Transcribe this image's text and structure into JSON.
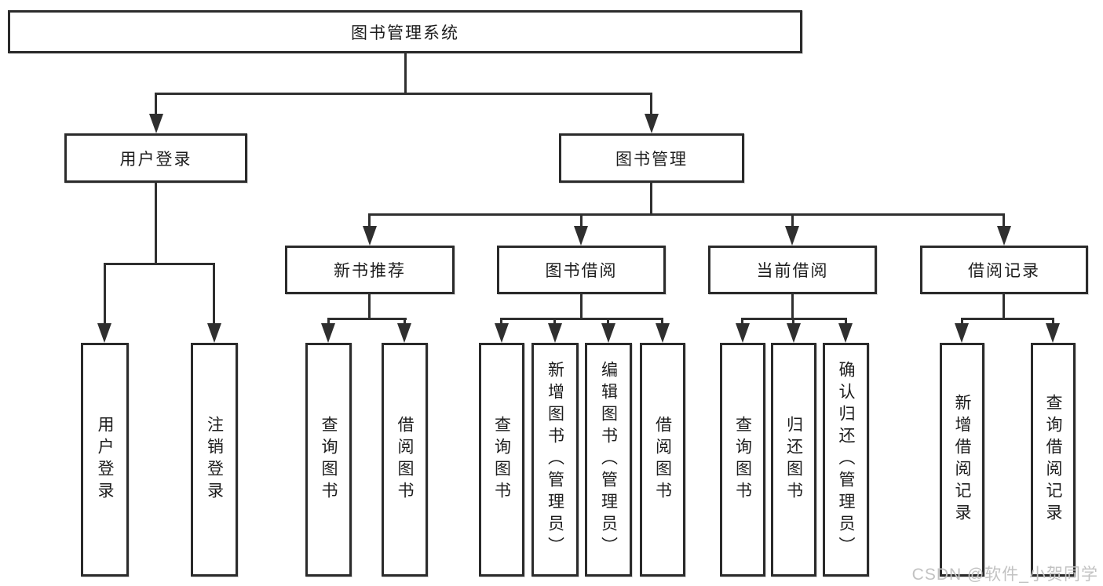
{
  "root": {
    "label": "图书管理系统"
  },
  "branches": {
    "login": {
      "label": "用户登录",
      "leaves": [
        {
          "label": "用户登录"
        },
        {
          "label": "注销登录"
        }
      ]
    },
    "mgmt": {
      "label": "图书管理"
    }
  },
  "groups": [
    {
      "label": "新书推荐",
      "leaves": [
        {
          "label": "查询图书"
        },
        {
          "label": "借阅图书"
        }
      ]
    },
    {
      "label": "图书借阅",
      "leaves": [
        {
          "label": "查询图书"
        },
        {
          "label": "新增图书（管理员）"
        },
        {
          "label": "编辑图书（管理员）"
        },
        {
          "label": "借阅图书"
        }
      ]
    },
    {
      "label": "当前借阅",
      "leaves": [
        {
          "label": "查询图书"
        },
        {
          "label": "归还图书"
        },
        {
          "label": "确认归还（管理员）"
        }
      ]
    },
    {
      "label": "借阅记录",
      "leaves": [
        {
          "label": "新增借阅记录"
        },
        {
          "label": "查询借阅记录"
        }
      ]
    }
  ],
  "watermark": {
    "text": "CSDN @软件_小贺同学"
  },
  "colors": {
    "line": "#2f2f2f",
    "box_border": "#2b2b2b",
    "text": "#1d1d1d",
    "watermark": "#c2c2c2",
    "background": "#ffffff"
  }
}
